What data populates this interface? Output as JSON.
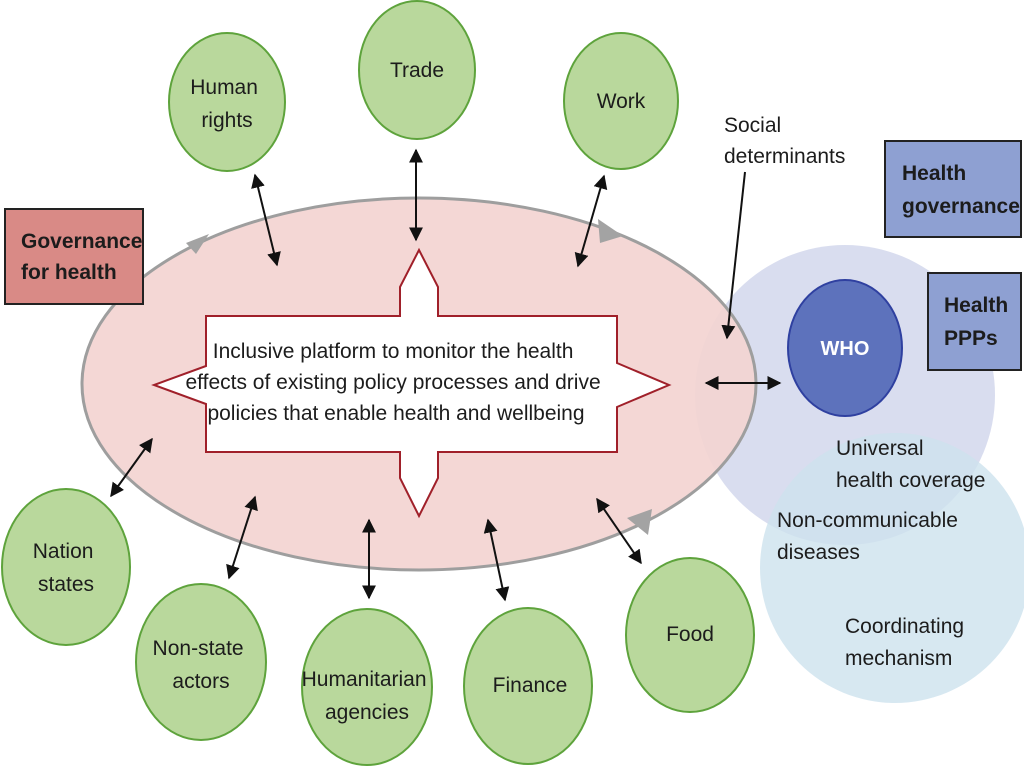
{
  "center": {
    "lines": [
      "Inclusive platform to monitor the health",
      "effects of existing policy processes and drive",
      "policies that enable health and wellbeing"
    ]
  },
  "boxes": {
    "governance_for_health": [
      "Governance",
      "for health"
    ],
    "health_governance": [
      "Health",
      "governance"
    ],
    "health_ppps": [
      "Health",
      "PPPs"
    ]
  },
  "nodes": {
    "human_rights": [
      "Human",
      "rights"
    ],
    "trade": [
      "Trade"
    ],
    "work": [
      "Work"
    ],
    "nation_states": [
      "Nation",
      "states"
    ],
    "non_state_actors": [
      "Non-state",
      "actors"
    ],
    "humanitarian_agencies": [
      "Humanitarian",
      "agencies"
    ],
    "finance": [
      "Finance"
    ],
    "food": [
      "Food"
    ]
  },
  "who": "WHO",
  "labels": {
    "social_determinants": [
      "Social",
      "determinants"
    ],
    "universal_health_coverage": [
      "Universal",
      "health coverage"
    ],
    "non_communicable_diseases": [
      "Non-communicable",
      "diseases"
    ],
    "coordinating_mechanism": [
      "Coordinating",
      "mechanism"
    ]
  },
  "colors": {
    "node_fill": "#b9d89c",
    "node_stroke": "#5ea33c",
    "platform_fill": "#f3d4d1",
    "platform_stroke": "#9e9e9e",
    "governance_box_fill": "#d98a86",
    "health_box_fill": "#8ea0d2",
    "who_fill": "#5d72bc",
    "who_stroke": "#2f40a0",
    "governance_circle_fill": "#d2d7ec",
    "coordination_circle_fill": "#cde2ee",
    "arrow_outline": "#a0202a"
  }
}
